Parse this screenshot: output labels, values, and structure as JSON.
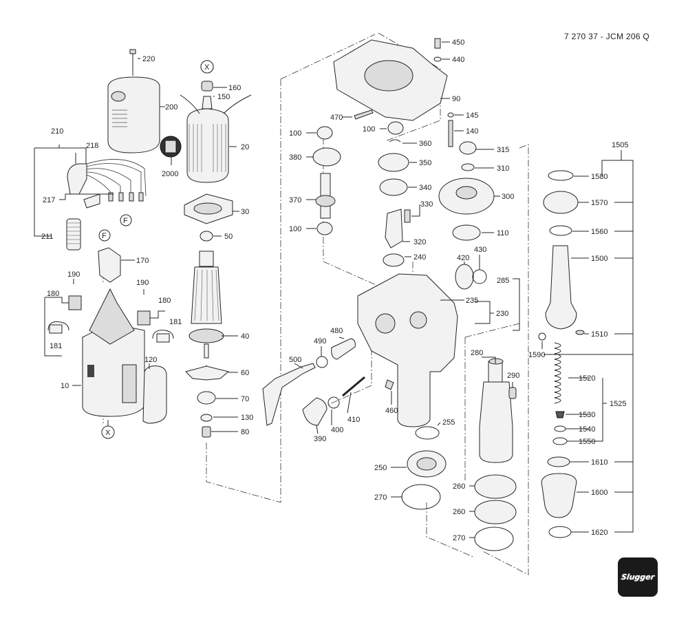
{
  "doc_code": "7 270 37 - JCM 206 Q",
  "brand": "Slugger",
  "callouts": {
    "c450": "450",
    "c440": "440",
    "c90": "90",
    "c145": "145",
    "c140": "140",
    "c470": "470",
    "c100a": "100",
    "c100b": "100",
    "c100c": "100",
    "c360": "360",
    "c315": "315",
    "c310": "310",
    "c380": "380",
    "c350": "350",
    "c340": "340",
    "c300": "300",
    "c370": "370",
    "c330": "330",
    "c110": "110",
    "c320": "320",
    "c430": "430",
    "c420": "420",
    "c240": "240",
    "c285": "285",
    "c235": "235",
    "c230": "230",
    "c480": "480",
    "c490": "490",
    "c500": "500",
    "c280": "280",
    "c290": "290",
    "c460": "460",
    "c410": "410",
    "c400": "400",
    "c390": "390",
    "c255": "255",
    "c250": "250",
    "c260a": "260",
    "c260b": "260",
    "c270a": "270",
    "c270b": "270",
    "c220": "220",
    "c200": "200",
    "c2000": "2000",
    "c210": "210",
    "c218": "218",
    "c217": "217",
    "c211": "211",
    "c160": "160",
    "c150": "150",
    "c20": "20",
    "c30": "30",
    "c50": "50",
    "c40": "40",
    "c60": "60",
    "c70": "70",
    "c130": "130",
    "c80": "80",
    "c170": "170",
    "c190a": "190",
    "c190b": "190",
    "c180a": "180",
    "c180b": "180",
    "c181a": "181",
    "c181b": "181",
    "c120": "120",
    "c10": "10",
    "c1505": "1505",
    "c1580": "1580",
    "c1570": "1570",
    "c1560": "1560",
    "c1500": "1500",
    "c1510": "1510",
    "c1590": "1590",
    "c1520": "1520",
    "c1525": "1525",
    "c1530": "1530",
    "c1540": "1540",
    "c1550": "1550",
    "c1610": "1610",
    "c1600": "1600",
    "c1620": "1620",
    "markX1": "X",
    "markX2": "X",
    "markF1": "F",
    "markF2": "F"
  },
  "icons": {
    "logo": "slugger-logo-icon"
  }
}
